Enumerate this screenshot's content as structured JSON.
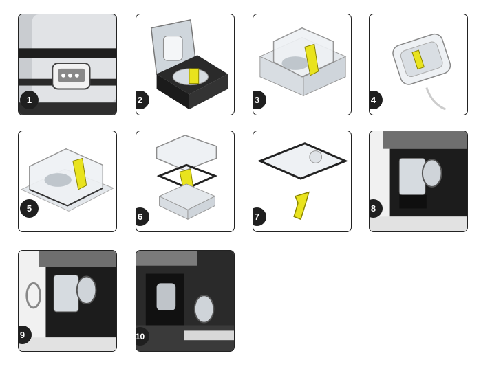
{
  "steps": [
    {
      "number": "1",
      "illustration": "device-latch-icon"
    },
    {
      "number": "2",
      "illustration": "tub-lid-open-icon"
    },
    {
      "number": "3",
      "illustration": "water-tub-icon"
    },
    {
      "number": "4",
      "illustration": "tub-tilted-icon"
    },
    {
      "number": "5",
      "illustration": "water-tub-side-icon"
    },
    {
      "number": "6",
      "illustration": "tub-exploded-icon"
    },
    {
      "number": "7",
      "illustration": "seal-and-clip-icon"
    },
    {
      "number": "8",
      "illustration": "device-port-icon"
    },
    {
      "number": "9",
      "illustration": "clip-ring-icon"
    },
    {
      "number": "10",
      "illustration": "device-open-port-icon"
    }
  ],
  "colors": {
    "badge": "#1f1f1f",
    "accent_yellow": "#e9e31e",
    "frame": "#222222"
  }
}
